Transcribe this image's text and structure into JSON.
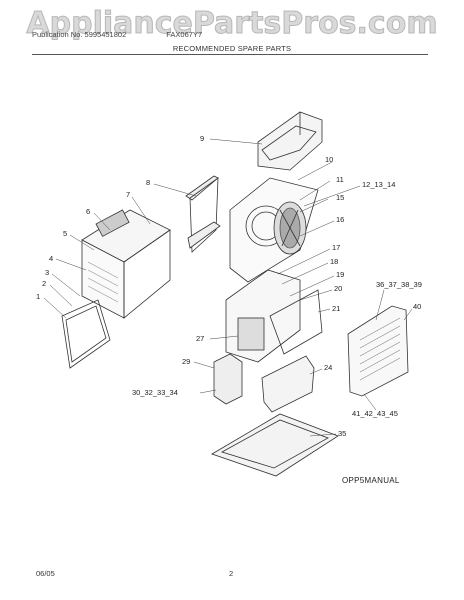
{
  "watermark": "AppliancePartsPros.com",
  "header": {
    "left": "Publication No. 5995451802",
    "right": "FAX067Y7"
  },
  "subtitle": "RECOMMENDED SPARE PARTS",
  "labels": {
    "p1": "1",
    "p2": "2",
    "p3": "3",
    "p4": "4",
    "p5": "5",
    "p6": "6",
    "p7": "7",
    "p8": "8",
    "p9": "9",
    "p10": "10",
    "p11": "11",
    "p12_14": "12_13_14",
    "p15": "15",
    "p16": "16",
    "p17": "17",
    "p18": "18",
    "p19": "19",
    "p20": "20",
    "p21": "21",
    "p24": "24",
    "p27": "27",
    "p29": "29",
    "p30_34": "30_32_33_34",
    "p35": "35",
    "p36_39": "36_37_38_39",
    "p40": "40",
    "p41_45": "41_42_43_45"
  },
  "manual_code": "OPP5MANUAL",
  "footer": {
    "date": "06/05",
    "page": "2"
  }
}
